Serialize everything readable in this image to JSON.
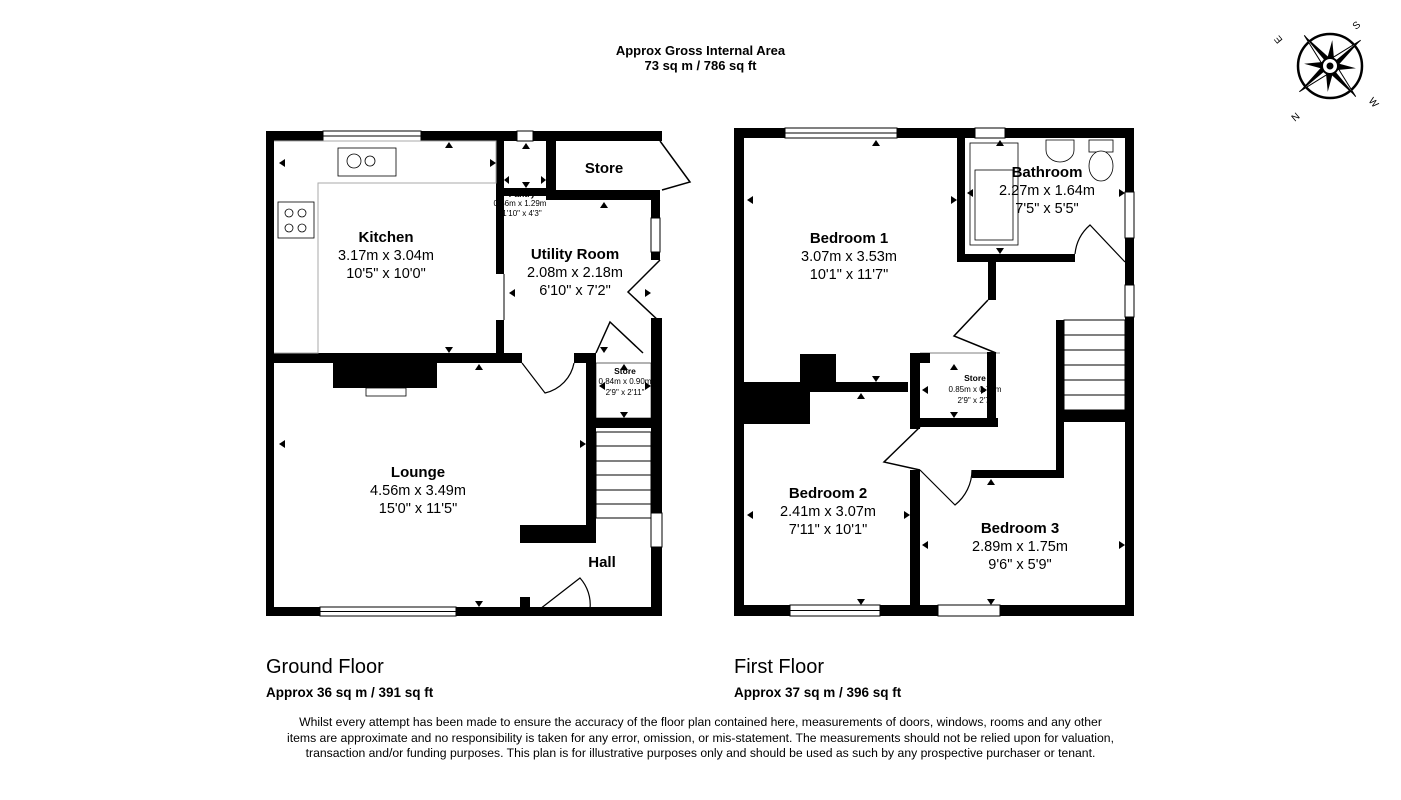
{
  "header": {
    "line1": "Approx Gross Internal Area",
    "line2": "73 sq m / 786 sq ft"
  },
  "compass": {
    "letters": [
      "S",
      "W",
      "N",
      "E"
    ]
  },
  "ground_floor": {
    "title": "Ground Floor",
    "area": "Approx 36 sq m / 391 sq ft",
    "rooms": {
      "kitchen": {
        "name": "Kitchen",
        "metric": "3.17m x 3.04m",
        "imperial": "10'5\" x 10'0\""
      },
      "pantry": {
        "name": "Pantry",
        "metric": "0.56m x 1.29m",
        "imperial": "1'10\" x 4'3\""
      },
      "store": {
        "name": "Store"
      },
      "utility": {
        "name": "Utility Room",
        "metric": "2.08m x 2.18m",
        "imperial": "6'10\" x 7'2\""
      },
      "store2": {
        "name": "Store",
        "metric": "0.84m x 0.90m",
        "imperial": "2'9\" x 2'11\""
      },
      "lounge": {
        "name": "Lounge",
        "metric": "4.56m x 3.49m",
        "imperial": "15'0\" x 11'5\""
      },
      "hall": {
        "name": "Hall"
      }
    }
  },
  "first_floor": {
    "title": "First Floor",
    "area": "Approx 37 sq m / 396 sq ft",
    "rooms": {
      "bedroom1": {
        "name": "Bedroom 1",
        "metric": "3.07m x 3.53m",
        "imperial": "10'1\" x 11'7\""
      },
      "bathroom": {
        "name": "Bathroom",
        "metric": "2.27m x 1.64m",
        "imperial": "7'5\" x 5'5\""
      },
      "store": {
        "name": "Store",
        "metric": "0.85m x 0.78m",
        "imperial": "2'9\" x 2'7\""
      },
      "bedroom2": {
        "name": "Bedroom 2",
        "metric": "2.41m x 3.07m",
        "imperial": "7'11\" x 10'1\""
      },
      "bedroom3": {
        "name": "Bedroom 3",
        "metric": "2.89m x 1.75m",
        "imperial": "9'6\" x 5'9\""
      }
    }
  },
  "disclaimer": "Whilst every attempt has been made to ensure the accuracy of the floor plan contained here, measurements of doors, windows, rooms and any other items are approximate and no responsibility is taken for any error, omission, or mis-statement. The measurements should not be relied upon for valuation, transaction and/or funding purposes. This plan is for illustrative purposes only and should be used as such by any prospective purchaser or tenant."
}
